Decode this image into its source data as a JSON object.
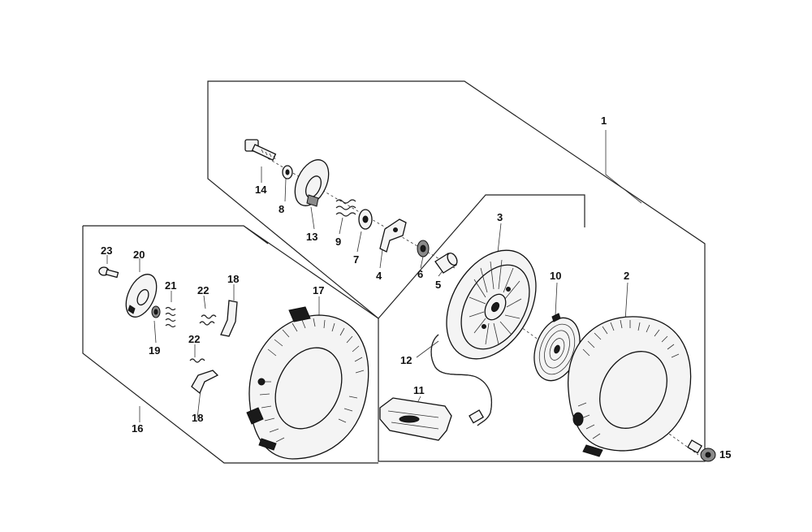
{
  "diagram": {
    "callouts": {
      "c1": "1",
      "c2": "2",
      "c3": "3",
      "c4": "4",
      "c5": "5",
      "c6": "6",
      "c7": "7",
      "c8": "8",
      "c9": "9",
      "c10": "10",
      "c11": "11",
      "c12": "12",
      "c13": "13",
      "c14": "14",
      "c15": "15",
      "c16": "16",
      "c17": "17",
      "c18a": "18",
      "c18b": "18",
      "c19": "19",
      "c20": "20",
      "c21": "21",
      "c22a": "22",
      "c22b": "22",
      "c23": "23"
    }
  }
}
